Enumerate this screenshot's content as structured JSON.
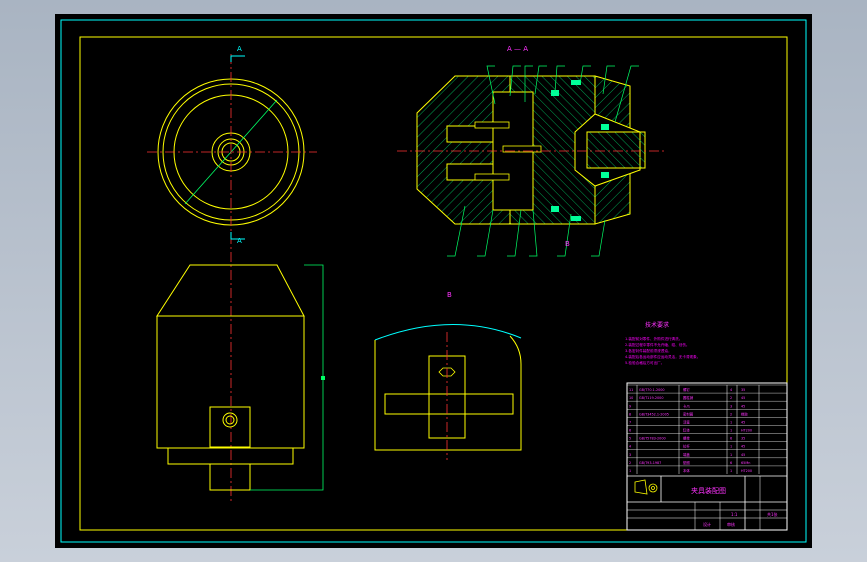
{
  "colors": {
    "frame": "#00ffff",
    "border": "#ffff00",
    "outline": "#ffff00",
    "center": "#ff3333",
    "dim": "#00ff66",
    "hatch": "#00cc66",
    "part": "#00ff99",
    "note": "#ff00ff",
    "label": "#ff33ff"
  },
  "views": {
    "section_top": "A",
    "section_bottom": "A",
    "section_title": "A  —  A",
    "detail_title": "B",
    "detail_mark": "B"
  },
  "notes": {
    "title": "技术要求",
    "lines": [
      "1.装配前对零件、外购件进行清洗。",
      "2.装配过程中零件不允许磕、碰、划伤。",
      "3.各密封件装配前须浸透油，",
      "4.装配后各运动部件应运动灵活，无卡滞现象。",
      "5.检验合格后方可出厂。"
    ]
  },
  "title_block": {
    "drawing_title": "夹具装配图",
    "parts": [
      {
        "code": "GB/T70.1-2000",
        "name": "螺钉",
        "qty": "4",
        "mat": "35"
      },
      {
        "code": "GB/T119-2000",
        "name": "圆柱销",
        "qty": "2",
        "mat": "45"
      },
      {
        "code": "",
        "name": "卡爪",
        "qty": "3",
        "mat": "45"
      },
      {
        "code": "GB/T3452.1-2005",
        "name": "密封圈",
        "qty": "2",
        "mat": "橡胶"
      },
      {
        "code": "",
        "name": "活塞",
        "qty": "1",
        "mat": "45"
      },
      {
        "code": "",
        "name": "缸体",
        "qty": "1",
        "mat": "HT200"
      },
      {
        "code": "GB/T5783-2000",
        "name": "螺栓",
        "qty": "6",
        "mat": "35"
      },
      {
        "code": "",
        "name": "拉杆",
        "qty": "1",
        "mat": "45"
      },
      {
        "code": "",
        "name": "端盖",
        "qty": "1",
        "mat": "45"
      },
      {
        "code": "GB/T93-1987",
        "name": "垫圈",
        "qty": "6",
        "mat": "65Mn"
      },
      {
        "code": "",
        "name": "本体",
        "qty": "1",
        "mat": "HT200"
      }
    ],
    "scale": "1:1",
    "sheet": "共1张",
    "role_design": "设计",
    "role_check": "审核"
  }
}
